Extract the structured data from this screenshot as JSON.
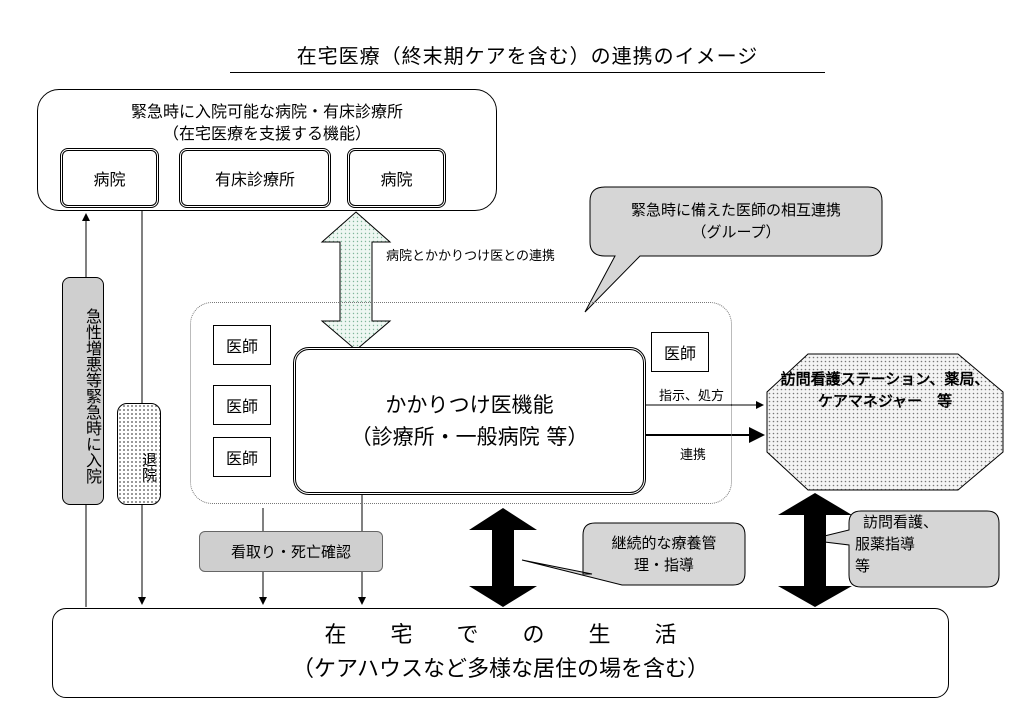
{
  "title": "在宅医療（終末期ケアを含む）の連携のイメージ",
  "hospital_group": {
    "line1": "緊急時に入院可能な病院・有床診療所",
    "line2": "（在宅医療を支援する機能）",
    "institutions": [
      "病院",
      "有床診療所",
      "病院"
    ]
  },
  "hospital_link_label": "病院とかかりつけ医との連携",
  "mutual_bubble": {
    "line1": "緊急時に備えた医師の相互連携",
    "line2": "（グループ）"
  },
  "doctor_label": "医師",
  "kakaritsuke": {
    "line1": "かかりつけ医機能",
    "line2": "（診療所・一般病院 等）"
  },
  "instruction_label": "指示、処方",
  "cooperation_label": "連携",
  "visit_station": "訪問看護ステーション、薬局、ケアマネジャー　等",
  "emergency_admission": "急性増悪等緊急時に入院",
  "discharge": "退院",
  "mitori": "看取り・死亡確認",
  "keizoku": {
    "line1": "継続的な療養管",
    "line2": "理・指導"
  },
  "homon": {
    "line1": "訪問看護、",
    "line2": "服薬指導",
    "line3": "等"
  },
  "home": {
    "line1": "在宅での生活",
    "line2": "（ケアハウスなど多様な居住の場を含む）"
  },
  "colors": {
    "gray_fill": "#cfcfcf",
    "dot_fill": "#777777"
  }
}
